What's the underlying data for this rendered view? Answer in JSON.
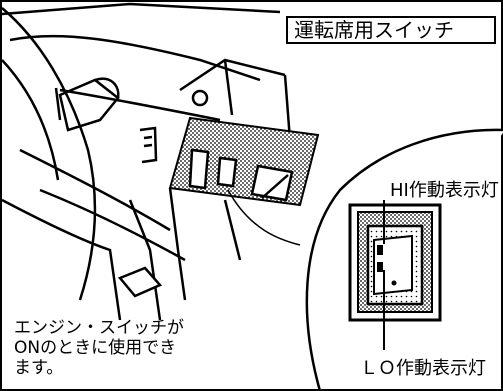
{
  "title": "運転席用スイッチ",
  "callouts": {
    "hi": "HI作動表示灯",
    "lo": "ＬＯ作動表示灯"
  },
  "note": {
    "line1": "エンジン・スイッチが",
    "line2": "ONのときに使用でき",
    "line3": "ます。"
  }
}
